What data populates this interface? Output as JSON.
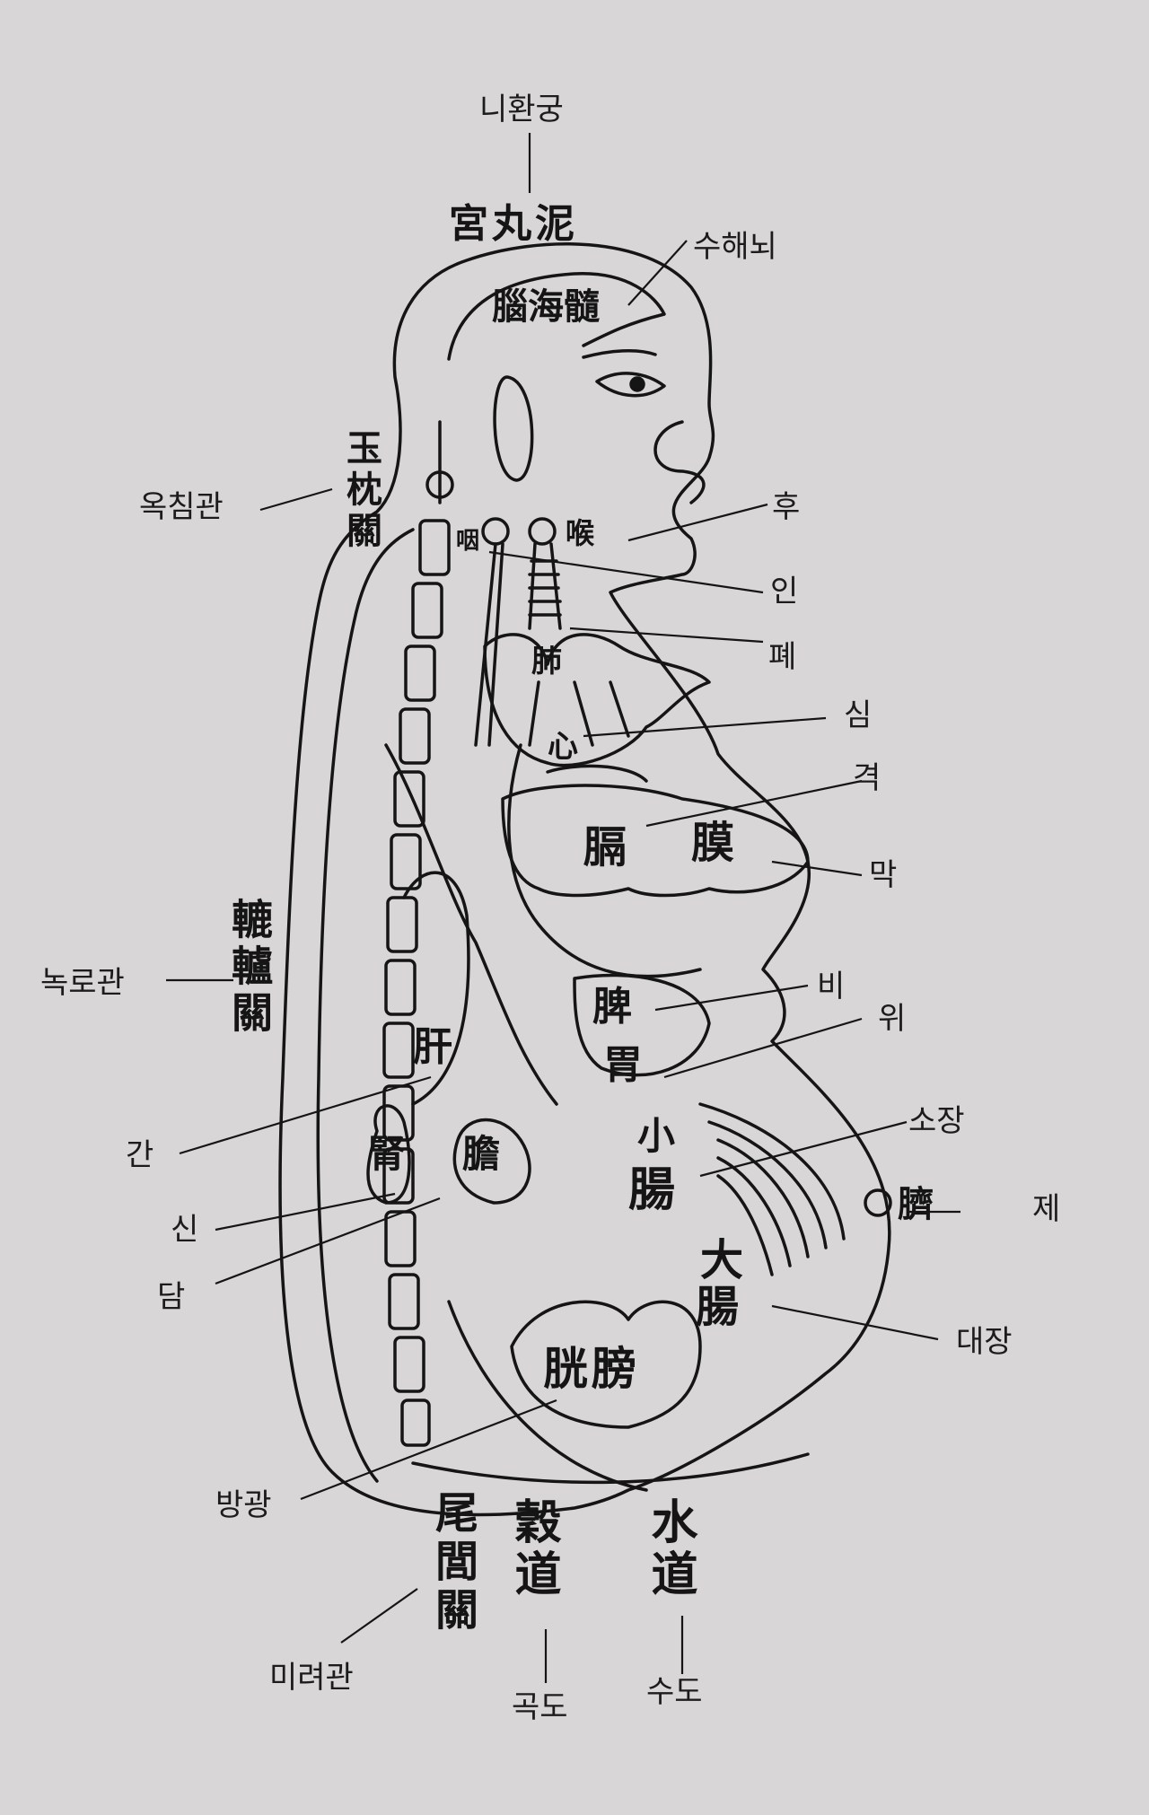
{
  "korean_labels": {
    "nihwangung": "니환궁",
    "suhaenoe": "수해뇌",
    "okchimgwan": "옥침관",
    "hu": "후",
    "in": "인",
    "pye": "폐",
    "sim": "심",
    "gyeok": "격",
    "mak": "막",
    "norogwan": "녹로관",
    "bi": "비",
    "wi": "위",
    "gan": "간",
    "sojang": "소장",
    "je": "제",
    "sin": "신",
    "dam": "담",
    "daejang": "대장",
    "banggwang": "방광",
    "miryeogwan": "미려관",
    "gokdo": "곡도",
    "sudo": "수도"
  },
  "hanja": {
    "nihwangung": "宮丸泥",
    "suhaenoe": "腦海髓",
    "okchimgwan": "玉枕關",
    "hu": "喉",
    "in": "咽",
    "pye": "肺",
    "sim": "心",
    "gyeok": "膈",
    "mak": "膜",
    "norogwan": "轆轤關",
    "bi": "脾",
    "wi": "胃",
    "gan": "肝",
    "sin": "腎",
    "dam": "膽",
    "sojang_1": "小",
    "sojang_2": "腸",
    "je": "臍",
    "daejang_1": "大",
    "daejang_2": "腸",
    "banggwang": "胱膀",
    "miryeogwan": "尾閭關",
    "gokdo": "穀道",
    "sudo": "水道"
  },
  "colors": {
    "background": "#d9d6d7",
    "ink": "#151515"
  }
}
